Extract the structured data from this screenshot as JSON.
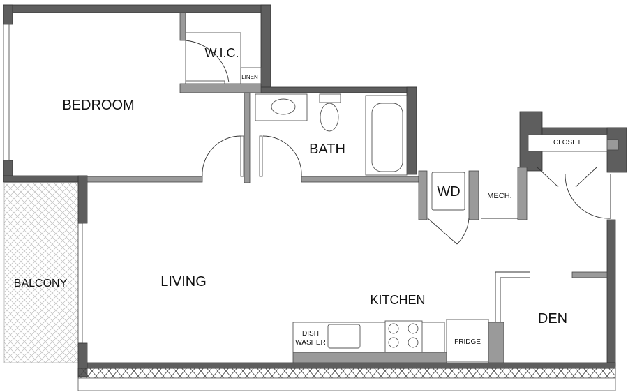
{
  "rooms": {
    "bedroom": "BEDROOM",
    "wic": "W.I.C.",
    "linen": "LINEN",
    "bath": "BATH",
    "wd": "WD",
    "mech": "MECH.",
    "closet": "CLOSET",
    "balcony": "BALCONY",
    "living": "LIVING",
    "kitchen": "KITCHEN",
    "den": "DEN"
  },
  "fixtures": {
    "dishwasher_line1": "DISH",
    "dishwasher_line2": "WASHER",
    "fridge": "FRIDGE"
  },
  "colors": {
    "exterior_wall": "#5e5e5e",
    "interior_wall": "#9a9a9a"
  }
}
